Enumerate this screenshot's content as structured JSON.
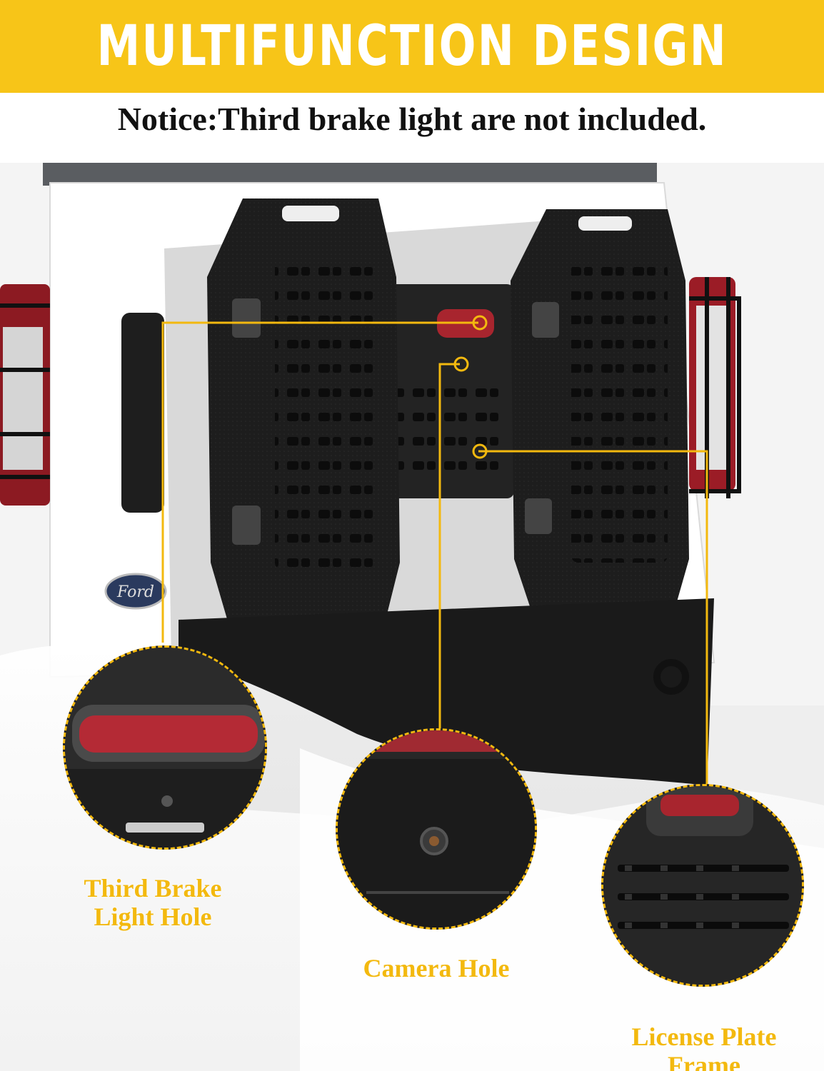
{
  "banner": {
    "title": "MULTIFUNCTION DESIGN"
  },
  "notice": {
    "text": "Notice:Third brake light are not included."
  },
  "callouts": [
    {
      "label": "Third Brake Light Hole"
    },
    {
      "label": "Camera Hole"
    },
    {
      "label": "License Plate Frame"
    }
  ],
  "logo": {
    "text": "Ford"
  },
  "colors": {
    "accent": "#f7c518",
    "label": "#f3b90f",
    "text": "#111111"
  }
}
